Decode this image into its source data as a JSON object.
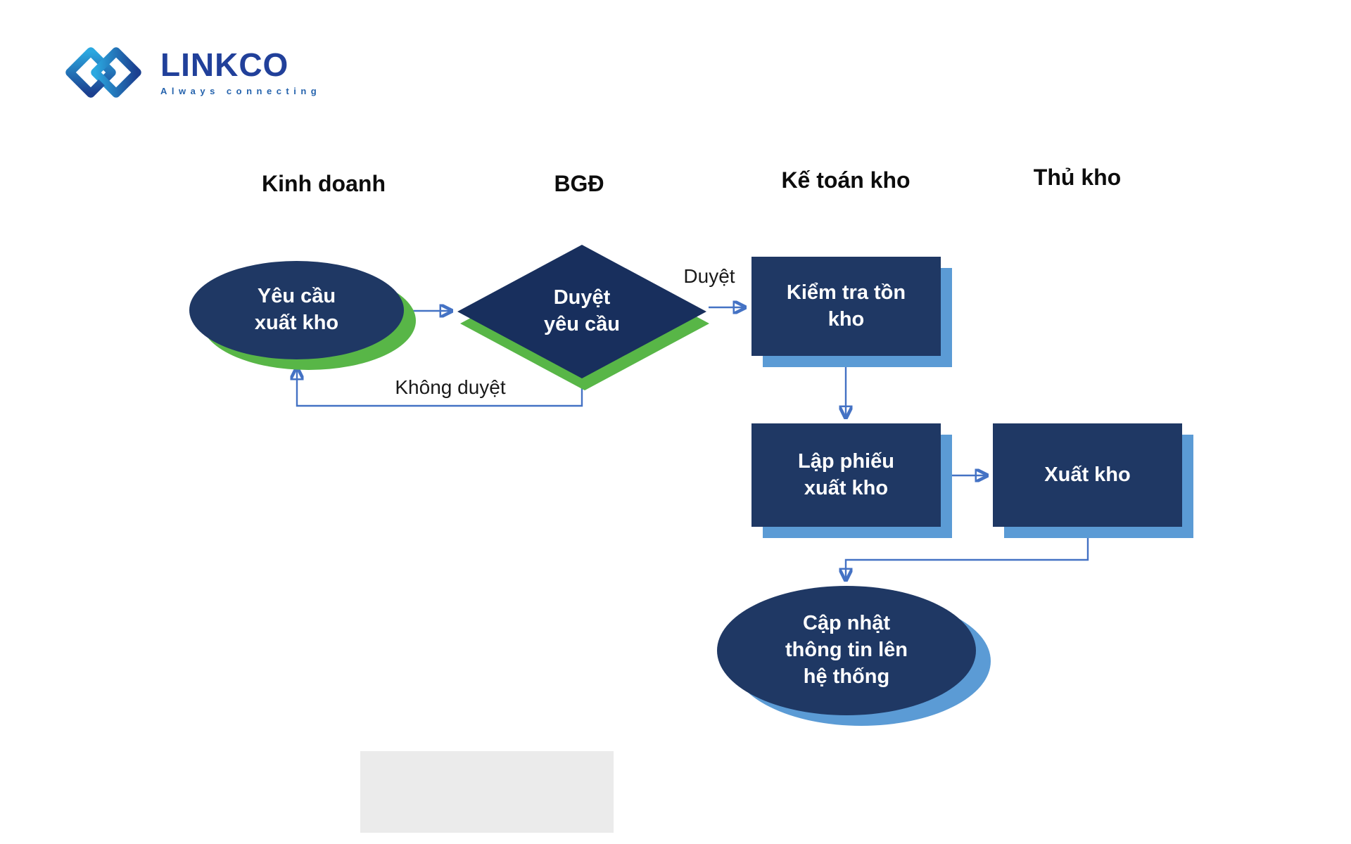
{
  "logo": {
    "brand": "LINKCO",
    "tagline": "Always connecting"
  },
  "lanes": [
    {
      "label": "Kinh doanh"
    },
    {
      "label": "BGĐ"
    },
    {
      "label": "Kế toán kho"
    },
    {
      "label": "Thủ kho"
    }
  ],
  "nodes": {
    "yeu_cau": {
      "type": "ellipse",
      "label": "Yêu cầu\nxuất kho"
    },
    "duyet": {
      "type": "decision",
      "label": "Duyệt\nyêu cầu"
    },
    "kiem_tra": {
      "type": "process",
      "label": "Kiểm tra tồn\nkho"
    },
    "lap_phieu": {
      "type": "process",
      "label": "Lập phiếu\nxuất kho"
    },
    "xuat_kho": {
      "type": "process",
      "label": "Xuất kho"
    },
    "cap_nhat": {
      "type": "ellipse",
      "label": "Cập nhật\nthông tin lên\nhệ thống"
    }
  },
  "edge_labels": {
    "approve": "Duyệt",
    "reject": "Không duyệt"
  },
  "colors": {
    "navy": "#1f3864",
    "diamond_navy": "#182f5d",
    "green_shadow": "#58b647",
    "blue_shadow": "#5b9bd5",
    "arrow": "#4472c4",
    "logo_dark": "#21409a",
    "logo_light": "#2ba0dc",
    "header_text": "#0d0d0d",
    "placeholder_gray": "#ebebeb"
  }
}
